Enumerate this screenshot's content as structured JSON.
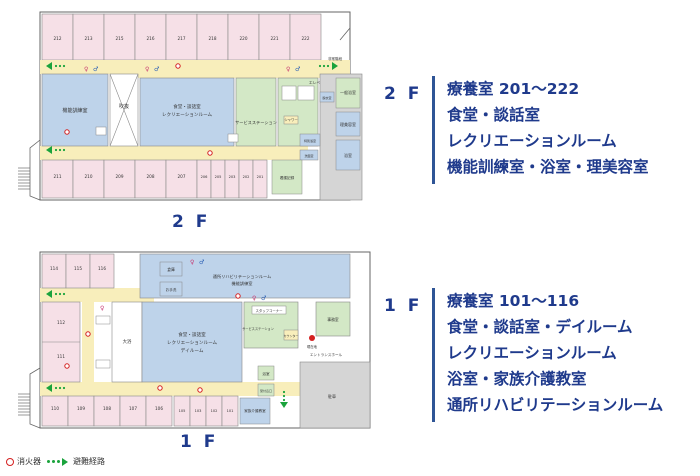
{
  "floor2": {
    "label_left": "2 F",
    "label_bottom": "2 F",
    "info": [
      "療養室 201～222",
      "食堂・談話室",
      "レクリエーションルーム",
      "機能訓練室・浴室・理美容室"
    ],
    "rooms_top": [
      "212",
      "213",
      "215",
      "216",
      "217",
      "218",
      "220",
      "221",
      "222"
    ],
    "rooms_bottom": [
      "211",
      "210",
      "209",
      "208",
      "207",
      "206",
      "205",
      "203",
      "202",
      "201"
    ],
    "labels": {
      "training": "機能訓練室",
      "fukiknuke": "吹抜",
      "dining": "食堂・談話室",
      "recreation": "レクリエーションルーム",
      "service": "サービスステーション",
      "elevator": "エレベーターホール",
      "bath": "浴室",
      "bath_gen": "一般浴室",
      "barber": "理美容室",
      "shower": "シャワー",
      "emergency": "非常階段",
      "steward": "看護記録",
      "tokubetsu": "特別浴室",
      "datsui": "脱衣室",
      "senmen": "洗面室"
    }
  },
  "floor1": {
    "label_left": "1 F",
    "label_bottom": "1 F",
    "info": [
      "療養室 101～116",
      "食堂・談話室・デイルーム",
      "レクリエーションルーム",
      "浴室・家族介護教室",
      "通所リハビリテーションルーム"
    ],
    "rooms_top": [
      "114",
      "115",
      "116"
    ],
    "rooms_left": [
      "112",
      "111"
    ],
    "rooms_bottom": [
      "110",
      "109",
      "108",
      "107",
      "106",
      "105",
      "103",
      "102",
      "101"
    ],
    "labels": {
      "storage": "倉庫",
      "tsusho": "通所リハビリテーションルーム",
      "tsusho2": "機能訓練室",
      "otoire": "お手洗",
      "dining": "食堂・談話室",
      "recreation": "レクリエーションルーム",
      "day": "デイルーム",
      "ohuro": "大浴",
      "staff": "スタッフコーナー",
      "counter": "カウンター",
      "service": "サービスステーション",
      "office": "事務室",
      "entrance": "エントランスホール",
      "kaigo": "家族介護教室",
      "parking": "駐車",
      "bath": "浴室",
      "kanri": "受付窓口",
      "you": "現在地"
    }
  },
  "legend": {
    "extinguisher": "消火器",
    "route": "避難経路"
  },
  "colors": {
    "room_pink": "#f6e0e7",
    "hall_blue": "#bed3ea",
    "corridor": "#f8eebb",
    "service_green": "#d3e8c6",
    "gray": "#d5d5d5",
    "accent_blue": "#1f3a8c",
    "route_green": "#1aa33c",
    "ext_red": "#d42020"
  }
}
